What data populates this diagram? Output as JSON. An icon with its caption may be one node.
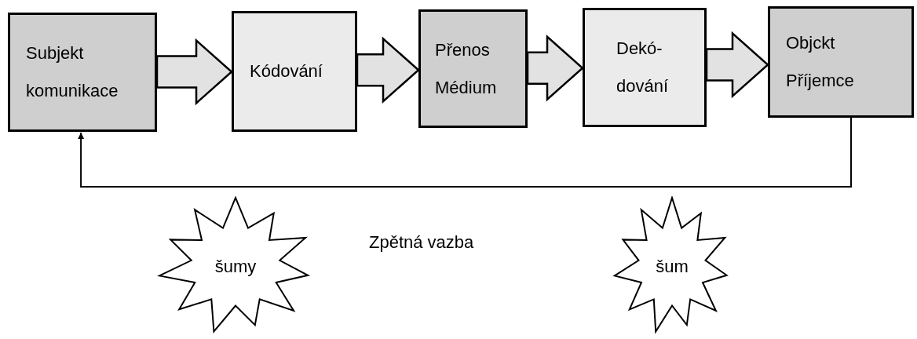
{
  "diagram": {
    "nodes": [
      {
        "text": [
          "Subjekt komunikace"
        ]
      },
      {
        "text": [
          "Kódování"
        ]
      },
      {
        "text": [
          "Přenos Médium"
        ]
      },
      {
        "text": [
          "Dekó- dování"
        ]
      },
      {
        "text": [
          "Objckt Příjemce"
        ]
      },
      {
        "text": [
          "šumy"
        ]
      },
      {
        "text": [
          "šum"
        ]
      }
    ],
    "edges": [
      {
        "from": 0,
        "to": 1,
        "arrow": "to",
        "style": "thick"
      },
      {
        "from": 1,
        "to": 2,
        "arrow": "to",
        "style": "thick"
      },
      {
        "from": 2,
        "to": 3,
        "arrow": "to",
        "style": "thick"
      },
      {
        "from": 3,
        "to": 4,
        "arrow": "to",
        "style": "thick"
      },
      {
        "from": 4,
        "to": 0,
        "arrow": "to",
        "label": "Zpětná vazba"
      }
    ]
  }
}
